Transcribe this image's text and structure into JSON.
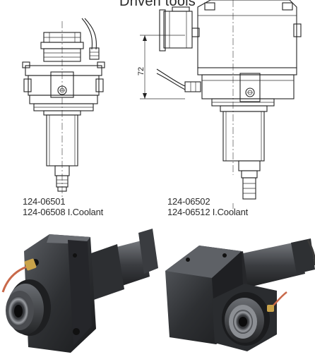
{
  "title": "Driven tools",
  "left_tool": {
    "part_number": "124-06501",
    "coolant_variant": "124-06508 I.Coolant"
  },
  "right_tool": {
    "part_number": "124-06502",
    "coolant_variant": "124-06512 I.Coolant"
  },
  "dimension_label": "72",
  "colors": {
    "drawing_line": "#222222",
    "metal_dark": "#2e3033",
    "coolant_pipe": "#c9694a",
    "fitting_brass": "#c9a34a"
  }
}
